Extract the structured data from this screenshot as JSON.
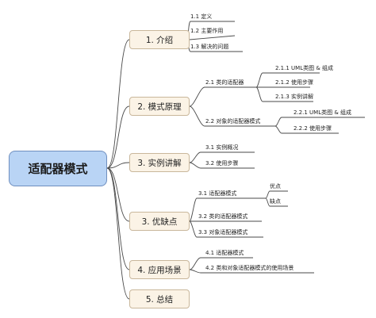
{
  "root": {
    "label": "适配器模式"
  },
  "sections": [
    {
      "label": "1. 介绍",
      "items": [
        "1.1 定义",
        "1.2 主要作用",
        "1.3 解决的问题"
      ]
    },
    {
      "label": "2. 模式原理",
      "items": [
        {
          "label": "2.1 类的适配器",
          "children": [
            "2.1.1 UML类图 & 组成",
            "2.1.2 使用步骤",
            "2.1.3 实例讲解"
          ]
        },
        {
          "label": "2.2 对象的适配器模式",
          "children": [
            "2.2.1 UML类图 & 组成",
            "2.2.2 使用步骤"
          ]
        }
      ]
    },
    {
      "label": "3. 实例讲解",
      "items": [
        "3.1 实例概况",
        "3.2 使用步骤"
      ]
    },
    {
      "label": "3. 优缺点",
      "items": [
        {
          "label": "3.1 适配器模式",
          "children": [
            "优点",
            "缺点"
          ]
        },
        "3.2 类的适配器模式",
        "3.3 对象适配器模式"
      ]
    },
    {
      "label": "4. 应用场景",
      "items": [
        "4.1 适配器模式",
        "4.2 类和对象适配器模式的使用场景"
      ]
    },
    {
      "label": "5. 总结",
      "items": []
    }
  ],
  "colors": {
    "line": "#4a4a4a",
    "root_fill": "#b9d4f5",
    "root_border": "#6f8fbf",
    "node_fill": "#fbf3e6",
    "node_border": "#c9b79b"
  }
}
